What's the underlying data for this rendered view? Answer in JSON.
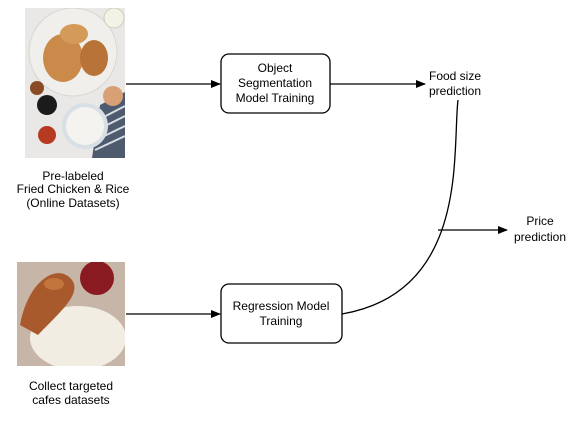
{
  "diagram": {
    "nodes": {
      "source_image_1": {
        "caption": [
          "Pre-labeled",
          "Fried Chicken & Rice",
          "(Online Datasets)"
        ],
        "plate_color": "#f1efec",
        "table_color": "#e9e8e6",
        "chicken_color": "#c98a4a",
        "rice_color": "#f4f3ef",
        "sauce_color": "#b53a1f",
        "soy_color": "#1b1b1b",
        "cloth_color": "#4e5b6e"
      },
      "segmentation_box": {
        "label": [
          "Object",
          "Segmentation",
          "Model Training"
        ]
      },
      "food_size": {
        "label": [
          "Food size",
          "prediction"
        ]
      },
      "price": {
        "label": [
          "Price",
          "prediction"
        ]
      },
      "source_image_2": {
        "caption": [
          "Collect targeted",
          "cafes datasets"
        ],
        "background_color": "#c7b5a8",
        "chicken_color": "#a85a2c",
        "rice_color": "#f2ede3",
        "ketchup_color": "#8a1a22"
      },
      "regression_box": {
        "label": [
          "Regression Model",
          "Training"
        ]
      }
    },
    "colors": {
      "stroke": "#000000",
      "text": "#000000",
      "box_fill": "#ffffff"
    }
  }
}
